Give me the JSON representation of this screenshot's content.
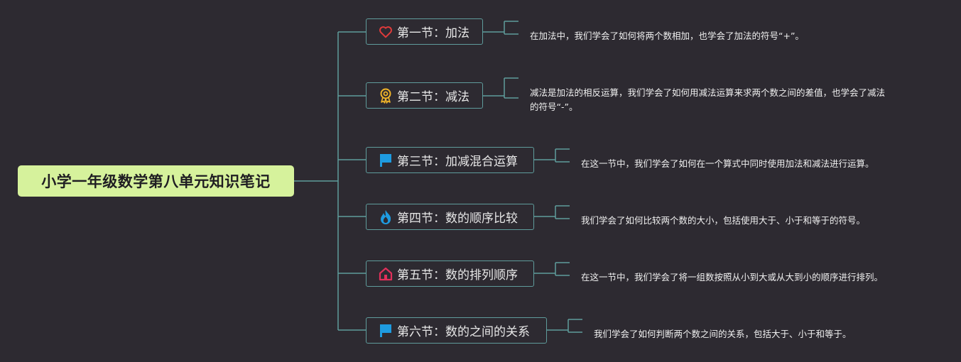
{
  "root": {
    "title": "小学一年级数学第八单元知识笔记"
  },
  "sections": [
    {
      "title": "第一节：加法",
      "icon": "heart-icon",
      "icon_color": "#e03b3b",
      "note": "在加法中，我们学会了如何将两个数相加，也学会了加法的符号“+”。"
    },
    {
      "title": "第二节：减法",
      "icon": "award-ribbon-icon",
      "icon_color": "#f0b429",
      "note": "减法是加法的相反运算，我们学会了如何用减法运算来求两个数之间的差值，也学会了减法的符号“-”。"
    },
    {
      "title": "第三节：加减混合运算",
      "icon": "flag-icon",
      "icon_color": "#1e9be0",
      "note": "在这一节中，我们学会了如何在一个算式中同时使用加法和减法进行运算。"
    },
    {
      "title": "第四节：数的顺序比较",
      "icon": "flame-icon",
      "icon_color": "#1e9be0",
      "note": "我们学会了如何比较两个数的大小，包括使用大于、小于和等于的符号。"
    },
    {
      "title": "第五节：数的排列顺序",
      "icon": "home-icon",
      "icon_color": "#e0305a",
      "note": "在这一节中，我们学会了将一组数按照从小到大或从大到小的顺序进行排列。"
    },
    {
      "title": "第六节：数的之间的关系",
      "icon": "flag-icon",
      "icon_color": "#1e9be0",
      "note": "我们学会了如何判断两个数之间的关系，包括大于、小于和等于。"
    }
  ],
  "colors": {
    "background": "#2d2a31",
    "root_fill": "#d6f29c",
    "line": "#5f9c9c"
  }
}
